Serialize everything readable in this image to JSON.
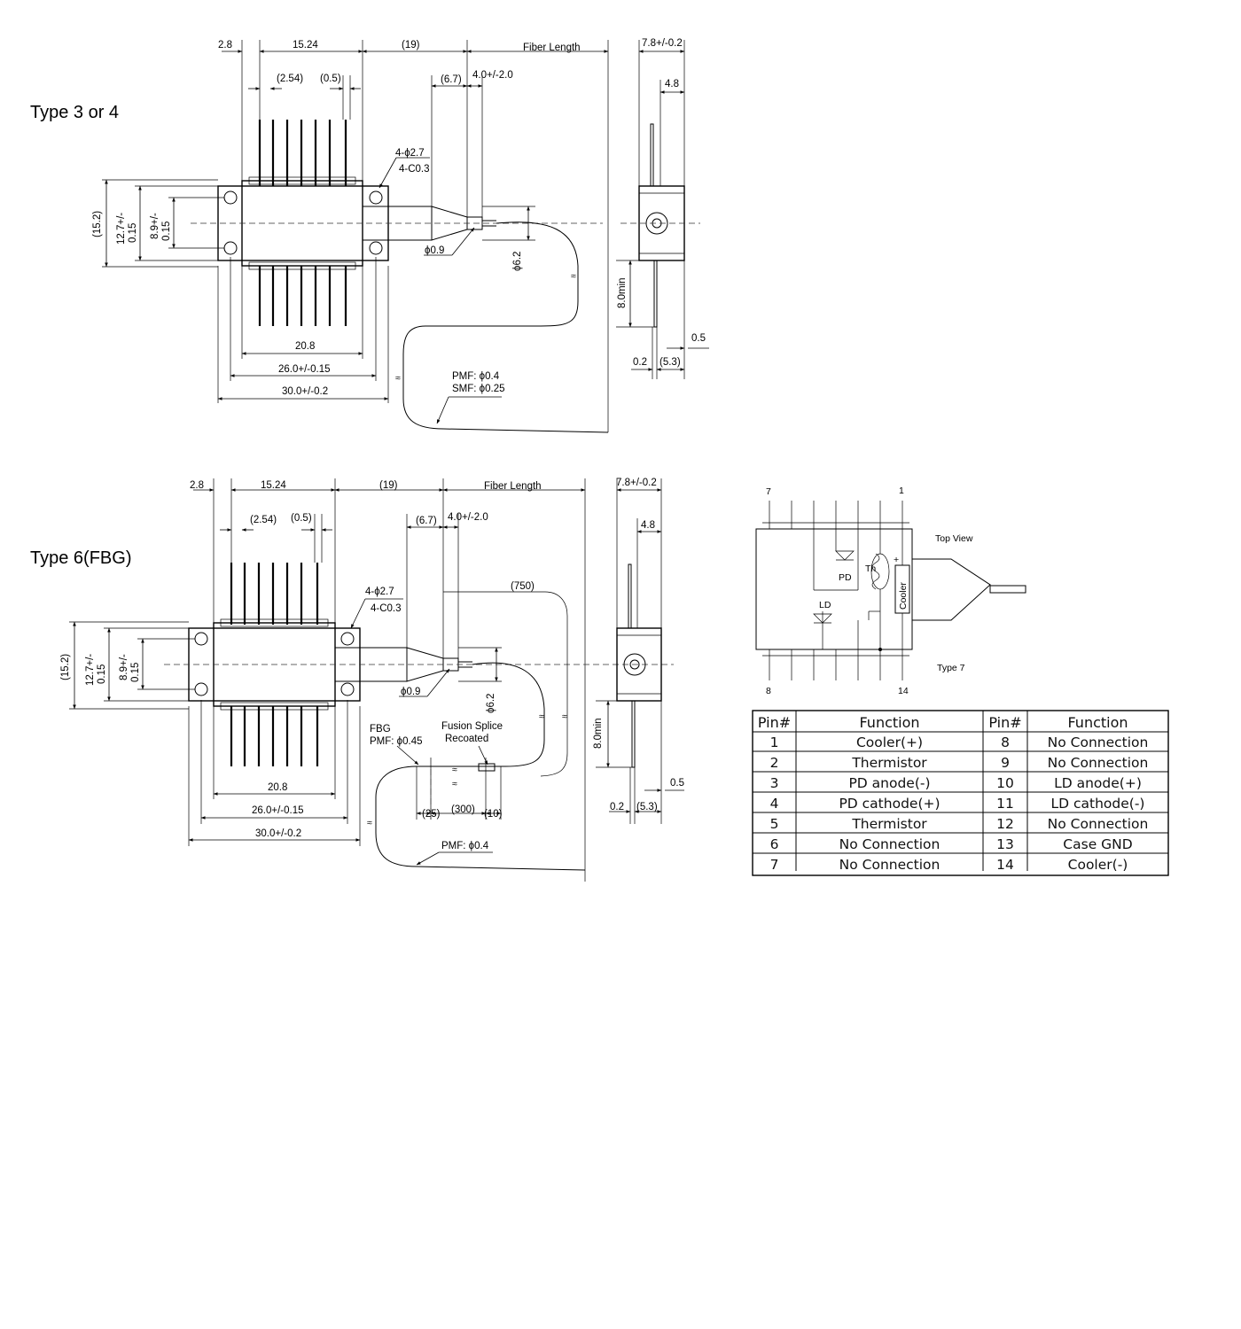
{
  "drawing_type3_4": {
    "title": "Type 3 or 4",
    "dims": {
      "d_2_8": "2.8",
      "d_15_24": "15.24",
      "d_19": "(19)",
      "fiber_length": "Fiber Length",
      "d_7_8": "7.8+/-0.2",
      "d_2_54": "(2.54)",
      "d_0_5": "(0.5)",
      "d_6_7": "(6.7)",
      "d_4_0": "4.0+/-2.0",
      "d_4_8": "4.8",
      "d_4_phi": "4-ϕ2.7",
      "d_4_c": "4-C0.3",
      "d_15_2": "(15.2)",
      "d_12_7": "12.7+/-",
      "d_12_7b": "0.15",
      "d_8_9": "8.9+/-",
      "d_8_9b": "0.15",
      "d_phi09": "ϕ0.9",
      "d_phi62": "ϕ6.2",
      "d_8min": "8.0min",
      "d_05r": "0.5",
      "d_02": "0.2",
      "d_53": "(5.3)",
      "d_20_8": "20.8",
      "d_26": "26.0+/-0.15",
      "d_30": "30.0+/-0.2",
      "pmf": "PMF: ϕ0.4",
      "smf": "SMF: ϕ0.25"
    }
  },
  "drawing_type6": {
    "title": "Type 6(FBG)",
    "dims": {
      "d_2_8": "2.8",
      "d_15_24": "15.24",
      "d_19": "(19)",
      "fiber_length": "Fiber Length",
      "d_7_8": "7.8+/-0.2",
      "d_2_54": "(2.54)",
      "d_0_5": "(0.5)",
      "d_6_7": "(6.7)",
      "d_4_0": "4.0+/-2.0",
      "d_4_8": "4.8",
      "d_750": "(750)",
      "d_4_phi": "4-ϕ2.7",
      "d_4_c": "4-C0.3",
      "d_15_2": "(15.2)",
      "d_12_7": "12.7+/-",
      "d_12_7b": "0.15",
      "d_8_9": "8.9+/-",
      "d_8_9b": "0.15",
      "d_phi09": "ϕ0.9",
      "d_phi62": "ϕ6.2",
      "fbg": "FBG",
      "fbg_pmf": "PMF: ϕ0.45",
      "fusion1": "Fusion Splice",
      "fusion2": "Recoated",
      "d_8min": "8.0min",
      "d_05r": "0.5",
      "d_02": "0.2",
      "d_53": "(5.3)",
      "d_20_8": "20.8",
      "d_26": "26.0+/-0.15",
      "d_25": "(25)",
      "d_300": "(300)",
      "d_10": "(10)",
      "d_30": "30.0+/-0.2",
      "pmf": "PMF: ϕ0.4"
    }
  },
  "schematic": {
    "pin7": "7",
    "pin1": "1",
    "pin8": "8",
    "pin14": "14",
    "top_view": "Top View",
    "type7": "Type 7",
    "pd": "PD",
    "ld": "LD",
    "th": "Th",
    "cooler": "Cooler",
    "plus": "+"
  },
  "pin_table": {
    "headers": [
      "Pin#",
      "Function",
      "Pin#",
      "Function"
    ],
    "rows": [
      [
        "1",
        "Cooler(+)",
        "8",
        "No Connection"
      ],
      [
        "2",
        "Thermistor",
        "9",
        "No Connection"
      ],
      [
        "3",
        "PD anode(-)",
        "10",
        "LD anode(+)"
      ],
      [
        "4",
        "PD cathode(+)",
        "11",
        "LD cathode(-)"
      ],
      [
        "5",
        "Thermistor",
        "12",
        "No Connection"
      ],
      [
        "6",
        "No Connection",
        "13",
        "Case GND"
      ],
      [
        "7",
        "No Connection",
        "14",
        "Cooler(-)"
      ]
    ]
  }
}
